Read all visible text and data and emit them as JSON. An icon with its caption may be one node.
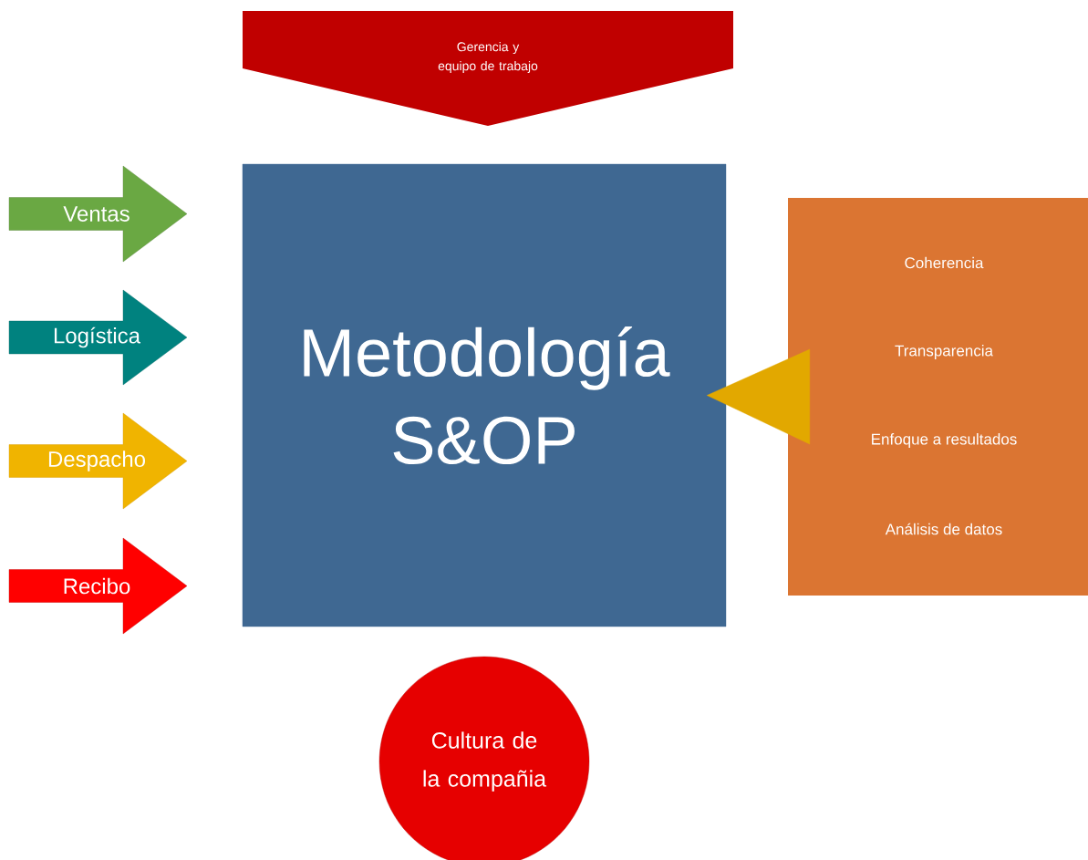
{
  "diagram": {
    "nodes": [
      {
        "text": [
          "Gerencia y equipo de trabajo"
        ]
      },
      {
        "text": [
          "Ventas"
        ]
      },
      {
        "text": [
          "Logística"
        ]
      },
      {
        "text": [
          "Despacho"
        ]
      },
      {
        "text": [
          "Recibo"
        ]
      },
      {
        "text": [
          "Metodología S&OP"
        ]
      },
      {
        "text": [
          "Coherencia",
          "Transparencia",
          "Enfoque a resultados",
          "Análisis de datos"
        ]
      },
      {
        "text": [
          "Cultura de la compañia"
        ]
      }
    ],
    "edges": [
      {
        "from": 6,
        "to": 5,
        "arrow": "to"
      }
    ]
  }
}
